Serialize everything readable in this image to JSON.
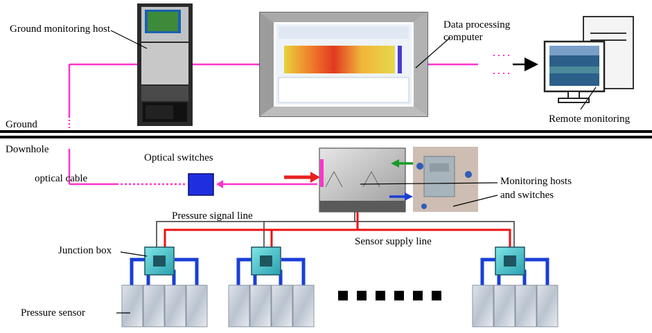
{
  "labels": {
    "ground_monitoring_host": "Ground monitoring host",
    "data_processing_line1": "Data processing",
    "data_processing_line2": "computer",
    "remote_monitoring": "Remote monitoring",
    "ground": "Ground",
    "downhole": "Downhole",
    "optical_switches": "Optical switches",
    "optical_cable": "optical cable",
    "monitoring_hosts_line1": "Monitoring hosts",
    "monitoring_hosts_line2": "and switches",
    "pressure_signal_line": "Pressure signal line",
    "sensor_supply_line": "Sensor supply line",
    "junction_box": "Junction box",
    "pressure_sensor": "Pressure sensor"
  },
  "colors": {
    "optical_link": "#ff33cc",
    "supply_line": "#ee1111",
    "signal_line": "#333333",
    "sensor_cable": "#1a3fd6",
    "ground_bar": "#000000",
    "switch_box": "#1f2fe0",
    "arrow_in": "#e82020",
    "arrow_green": "#1a9a2a",
    "arrow_blue": "#1a3fd6"
  },
  "icons": [
    "server-rack-icon",
    "monitor-screen-icon",
    "desktop-computer-icon",
    "junction-box-icon",
    "pressure-sensor-icon",
    "optical-switch-icon"
  ]
}
